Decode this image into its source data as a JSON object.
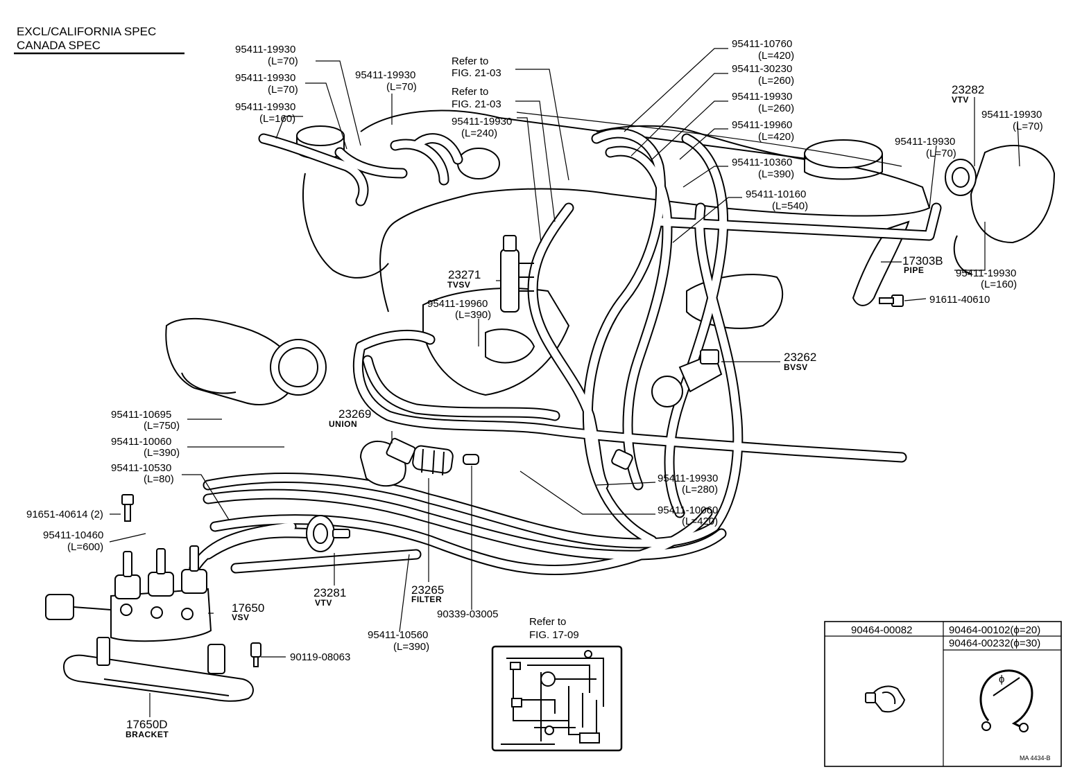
{
  "header": {
    "line1": "EXCL/CALIFORNIA SPEC",
    "line2": "CANADA SPEC"
  },
  "references": [
    {
      "line1": "Refer to",
      "line2": "FIG. 21-03"
    },
    {
      "line1": "Refer to",
      "line2": "FIG. 21-03"
    },
    {
      "line1": "Refer to",
      "line2": "FIG. 17-09"
    }
  ],
  "callouts": [
    {
      "part": "95411-19930",
      "spec": "(L=70)"
    },
    {
      "part": "95411-19930",
      "spec": "(L=70)"
    },
    {
      "part": "95411-19930",
      "spec": "(L=160)"
    },
    {
      "part": "95411-19930",
      "spec": "(L=70)"
    },
    {
      "part": "95411-19930",
      "spec": "(L=240)"
    },
    {
      "part": "95411-10760",
      "spec": "(L=420)"
    },
    {
      "part": "95411-30230",
      "spec": "(L=260)"
    },
    {
      "part": "95411-19930",
      "spec": "(L=260)"
    },
    {
      "part": "95411-19960",
      "spec": "(L=420)"
    },
    {
      "part": "95411-10360",
      "spec": "(L=390)"
    },
    {
      "part": "95411-10160",
      "spec": "(L=540)"
    },
    {
      "part": "23282",
      "spec": "VTV"
    },
    {
      "part": "95411-19930",
      "spec": "(L=70)"
    },
    {
      "part": "95411-19930",
      "spec": "(L=70)"
    },
    {
      "part": "17303B",
      "spec": "PIPE"
    },
    {
      "part": "95411-19930",
      "spec": "(L=160)"
    },
    {
      "part": "91611-40610",
      "spec": ""
    },
    {
      "part": "23271",
      "spec": "TVSV"
    },
    {
      "part": "95411-19960",
      "spec": "(L=390)"
    },
    {
      "part": "23262",
      "spec": "BVSV"
    },
    {
      "part": "95411-10695",
      "spec": "(L=750)"
    },
    {
      "part": "95411-10060",
      "spec": "(L=390)"
    },
    {
      "part": "23269",
      "spec": "UNION"
    },
    {
      "part": "95411-10530",
      "spec": "(L=80)"
    },
    {
      "part": "91651-40614 (2)",
      "spec": ""
    },
    {
      "part": "95411-10460",
      "spec": "(L=600)"
    },
    {
      "part": "95411-19930",
      "spec": "(L=280)"
    },
    {
      "part": "95411-10060",
      "spec": "(L=420)"
    },
    {
      "part": "23281",
      "spec": "VTV"
    },
    {
      "part": "23265",
      "spec": "FILTER"
    },
    {
      "part": "90339-03005",
      "spec": ""
    },
    {
      "part": "17650",
      "spec": "VSV"
    },
    {
      "part": "95411-10560",
      "spec": "(L=390)"
    },
    {
      "part": "90119-08063",
      "spec": ""
    },
    {
      "part": "17650D",
      "spec": "BRACKET"
    }
  ],
  "clamp_table": {
    "col1": "90464-00082",
    "col2a": "90464-00102(ϕ=20)",
    "col2b": "90464-00232(ϕ=30)",
    "phi": "ϕ"
  },
  "drawing_code": "MA 4434-B"
}
